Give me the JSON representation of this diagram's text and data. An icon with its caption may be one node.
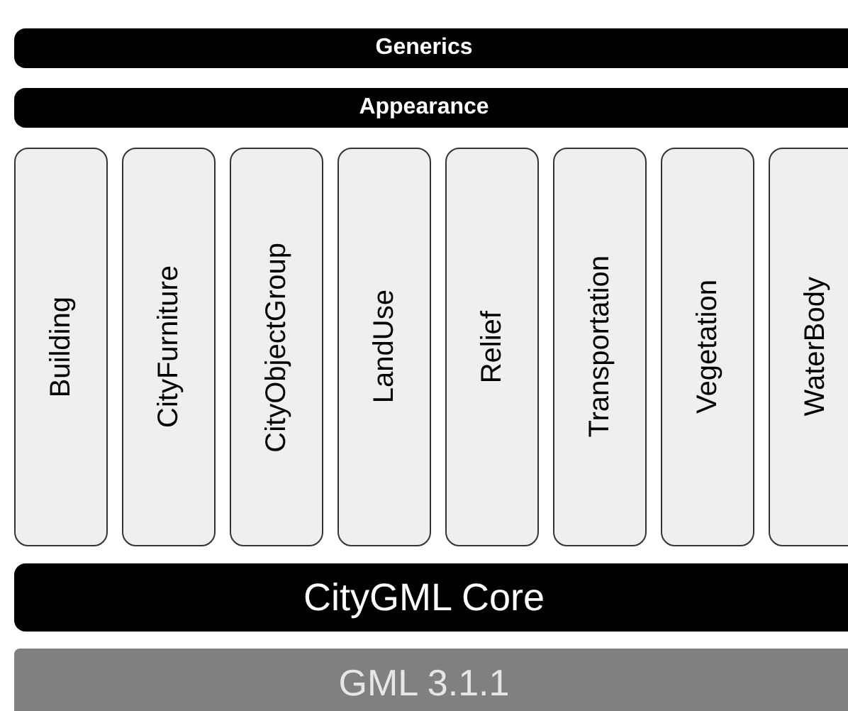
{
  "diagram": {
    "nodes": [
      {
        "text": [
          "Generics"
        ]
      },
      {
        "text": [
          "Appearance"
        ]
      },
      {
        "text": [
          "Building"
        ]
      },
      {
        "text": [
          "CityFurniture"
        ]
      },
      {
        "text": [
          "CityObjectGroup"
        ]
      },
      {
        "text": [
          "LandUse"
        ]
      },
      {
        "text": [
          "Relief"
        ]
      },
      {
        "text": [
          "Transportation"
        ]
      },
      {
        "text": [
          "Vegetation"
        ]
      },
      {
        "text": [
          "WaterBody"
        ]
      },
      {
        "text": [
          "CityGML Core"
        ]
      },
      {
        "text": [
          "GML 3.1.1"
        ]
      }
    ]
  }
}
